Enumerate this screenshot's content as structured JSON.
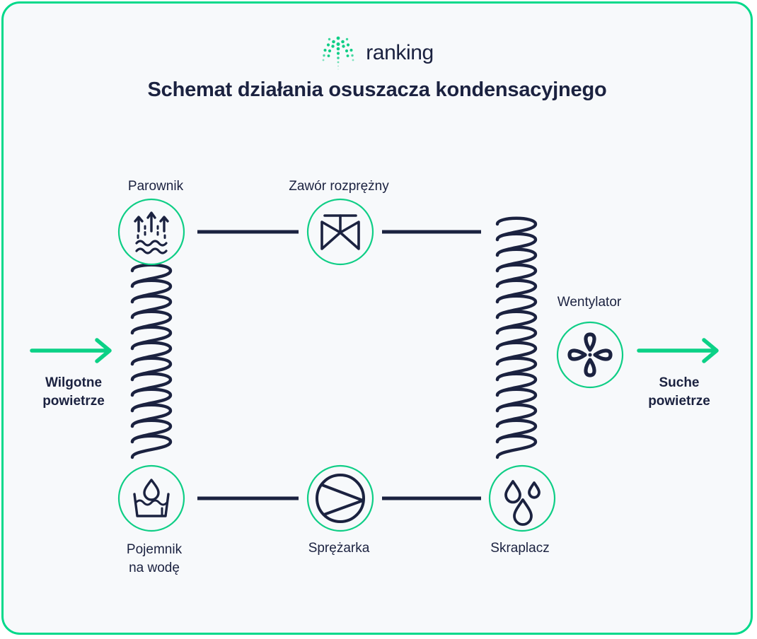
{
  "frame": {
    "border_color": "#00d98a",
    "background": "#f7f9fb"
  },
  "brand": {
    "logo_icon": "ranking-dots-fan-icon",
    "name": "ranking",
    "accent_color": "#0fce86",
    "text_color": "#1b2240"
  },
  "header": {
    "title": "Schemat działania osuszacza kondensacyjnego"
  },
  "diagram": {
    "type": "process-flow",
    "line_color": "#1b2240",
    "ring_color": "#0fce86",
    "arrow_color": "#0bd186",
    "nodes": [
      {
        "id": "parownik",
        "label": "Parownik",
        "icon": "evaporator-icon",
        "label_position": "top"
      },
      {
        "id": "zawor",
        "label": "Zawór rozprężny",
        "icon": "expansion-valve-icon",
        "label_position": "top"
      },
      {
        "id": "wentylator",
        "label": "Wentylator",
        "icon": "fan-icon",
        "label_position": "top"
      },
      {
        "id": "pojemnik",
        "label": "Pojemnik\nna wodę",
        "icon": "water-container-icon",
        "label_position": "bottom"
      },
      {
        "id": "sprezarka",
        "label": "Sprężarka",
        "icon": "compressor-icon",
        "label_position": "bottom"
      },
      {
        "id": "skraplacz",
        "label": "Skraplacz",
        "icon": "condenser-droplets-icon",
        "label_position": "bottom"
      }
    ],
    "coils": [
      {
        "id": "coil-left",
        "between": [
          "parownik",
          "pojemnik"
        ]
      },
      {
        "id": "coil-right",
        "between": [
          "zawor",
          "skraplacz"
        ]
      }
    ],
    "connectors": [
      {
        "from": "parownik",
        "to": "zawor",
        "style": "solid-line"
      },
      {
        "from": "zawor",
        "to": "coil-right",
        "style": "solid-line"
      },
      {
        "from": "pojemnik",
        "to": "sprezarka",
        "style": "solid-line"
      },
      {
        "from": "sprezarka",
        "to": "skraplacz",
        "style": "solid-line"
      }
    ],
    "flows": [
      {
        "id": "inlet",
        "label": "Wilgotne\npowietrze",
        "direction": "right",
        "color": "#0bd186"
      },
      {
        "id": "outlet",
        "label": "Suche\npowietrze",
        "direction": "right",
        "color": "#0bd186"
      }
    ]
  }
}
